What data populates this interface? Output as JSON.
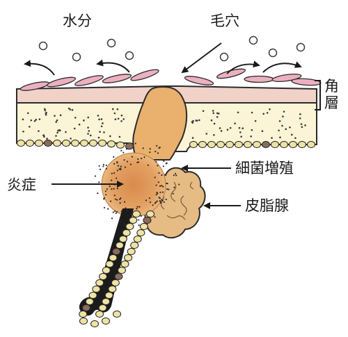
{
  "labels": {
    "moisture": "水分",
    "pore": "毛穴",
    "stratum_corneum": "角層",
    "bacteria_growth": "細菌増殖",
    "inflammation": "炎症",
    "sebaceous_gland": "皮脂腺"
  },
  "colors": {
    "stratum_corneum": "#f1d2c8",
    "epidermis": "#fbf4d6",
    "follicle": "#e9b06e",
    "inflammation": "#e09a5a",
    "gland": "#e6bb84",
    "cells": "#efe3a3",
    "flakes": "#ecb0c0",
    "hair": "#1b1b1b",
    "outline": "#2b2b2b"
  }
}
